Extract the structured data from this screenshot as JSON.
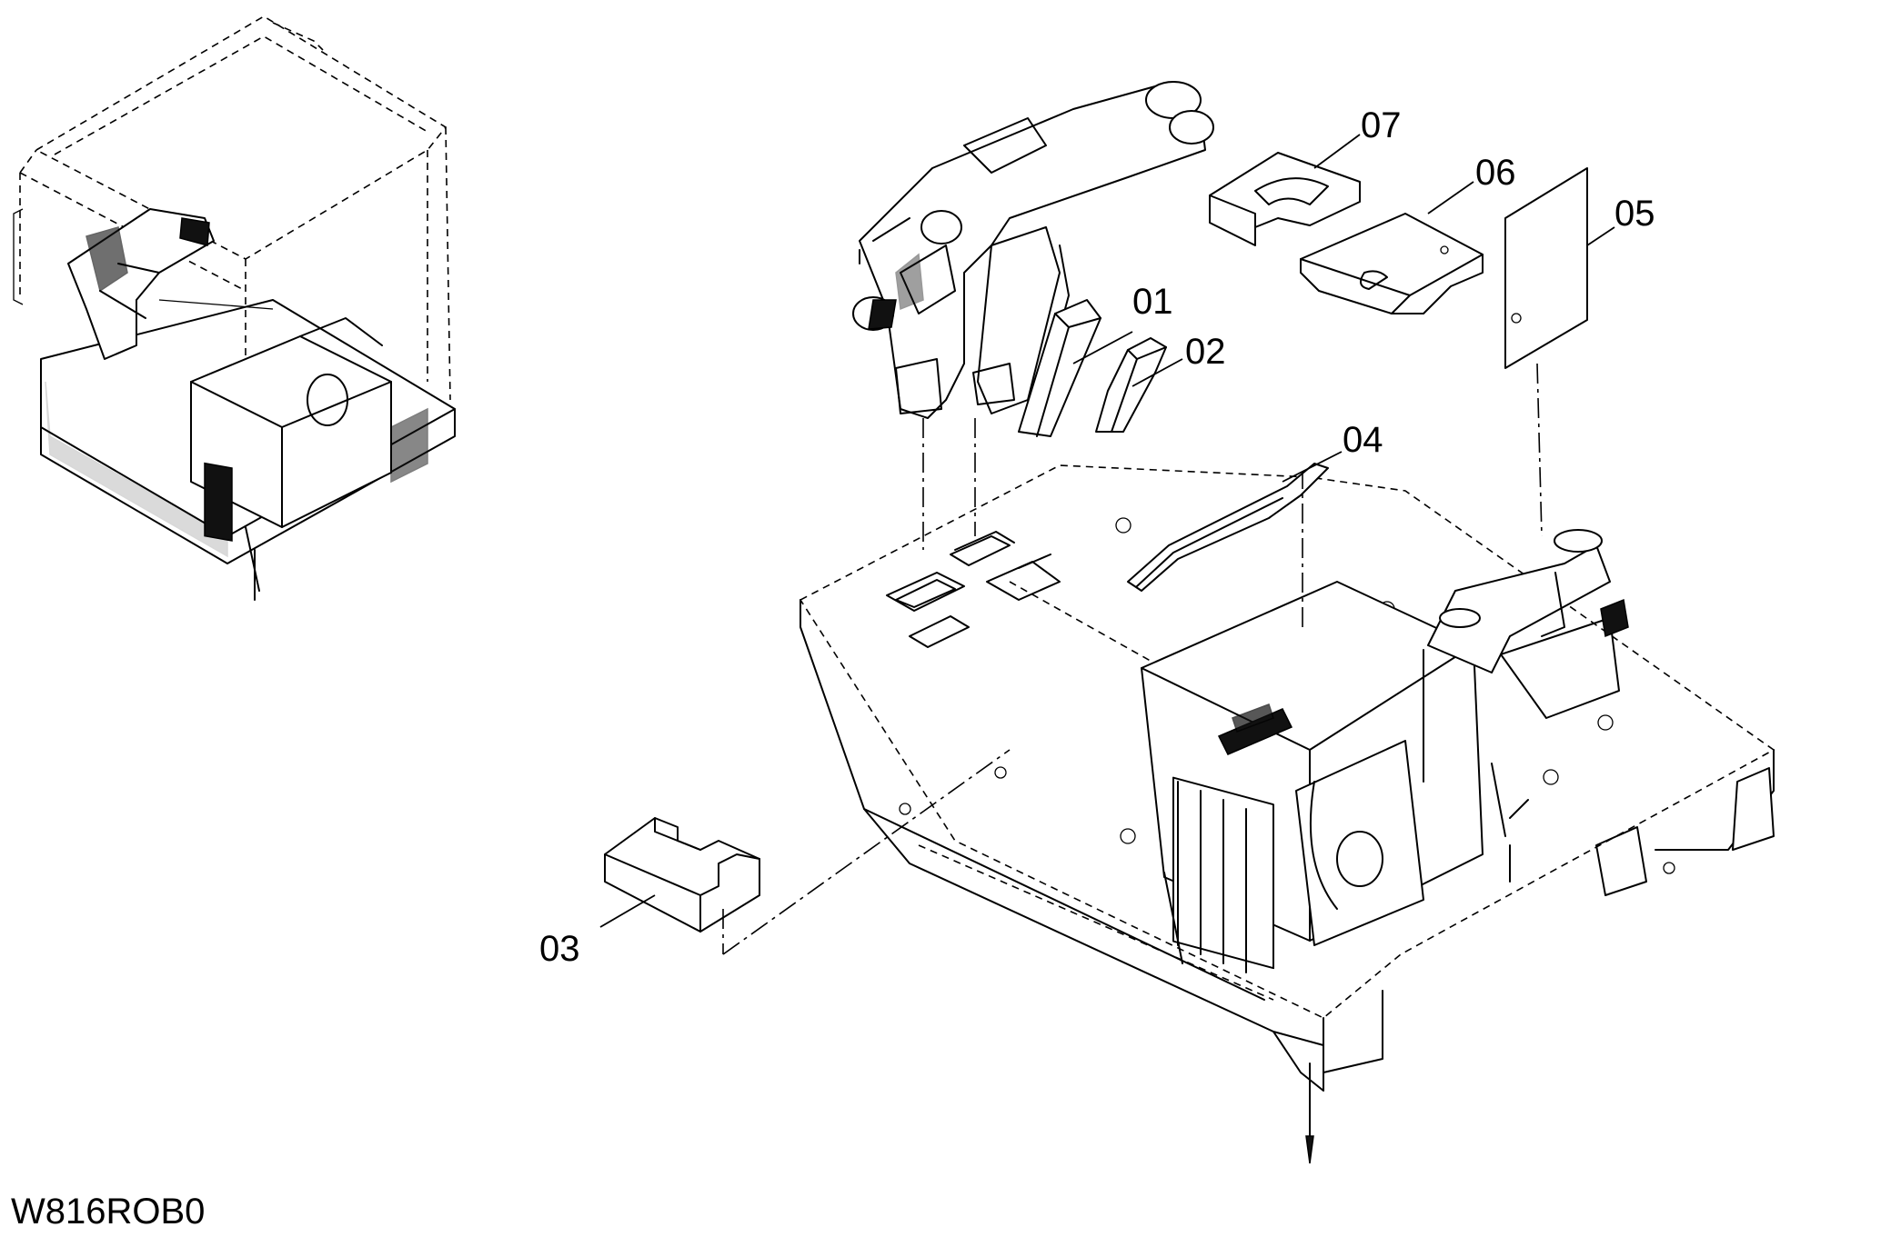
{
  "drawing_code": "W816ROB0",
  "callouts": [
    {
      "id": "01",
      "label": "01",
      "part": "pad"
    },
    {
      "id": "02",
      "label": "02",
      "part": "pad"
    },
    {
      "id": "03",
      "label": "03",
      "part": "block"
    },
    {
      "id": "04",
      "label": "04",
      "part": "seal-strip"
    },
    {
      "id": "05",
      "label": "05",
      "part": "plate"
    },
    {
      "id": "06",
      "label": "06",
      "part": "stepped-pad"
    },
    {
      "id": "07",
      "label": "07",
      "part": "notched-pad"
    }
  ]
}
